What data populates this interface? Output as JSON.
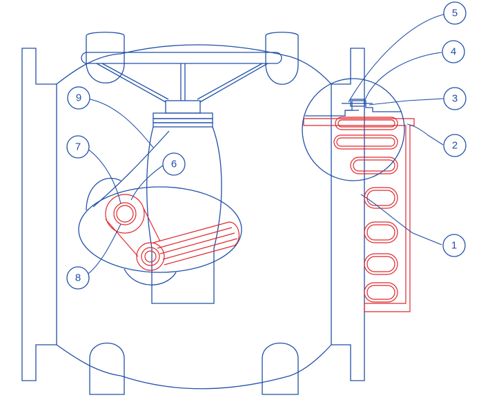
{
  "colors": {
    "outline": "#1f4fa8",
    "highlight": "#e0262b",
    "background": "#ffffff"
  },
  "callouts": [
    {
      "label": "1"
    },
    {
      "label": "2"
    },
    {
      "label": "3"
    },
    {
      "label": "4"
    },
    {
      "label": "5"
    },
    {
      "label": "6"
    },
    {
      "label": "7"
    },
    {
      "label": "8"
    },
    {
      "label": "9"
    }
  ]
}
